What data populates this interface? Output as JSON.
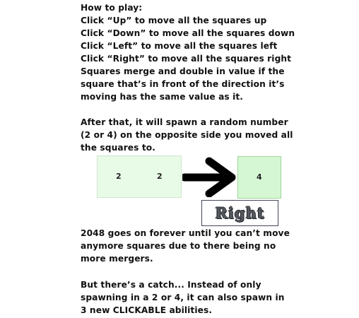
{
  "how_to": {
    "lines": [
      "How to play:",
      "Click “Up” to move all the squares up",
      "Click “Down” to move all the squares down",
      "Click “Left” to move all the squares left",
      "Click “Right” to move all the squares right",
      "Squares merge and double in value if the",
      "square that’s in front of the direction it’s",
      "moving has the same value as it."
    ]
  },
  "spawn": {
    "lines": [
      "After that, it will spawn a random number",
      "(2 or 4) on the opposite side you moved all",
      "the squares to."
    ]
  },
  "example": {
    "before_tiles": [
      "2",
      "2"
    ],
    "after_tile": "4",
    "button_label": "Right",
    "arrow_icon": "right-arrow-icon"
  },
  "forever": {
    "lines": [
      "2048 goes on forever until you can’t move",
      "anymore squares due to there being no",
      "more mergers."
    ]
  },
  "catch": {
    "lines": [
      "But there’s a catch... Instead of only",
      "spawning in a 2 or 4, it can also spawn in",
      "3 new CLICKABLE abilities."
    ]
  }
}
